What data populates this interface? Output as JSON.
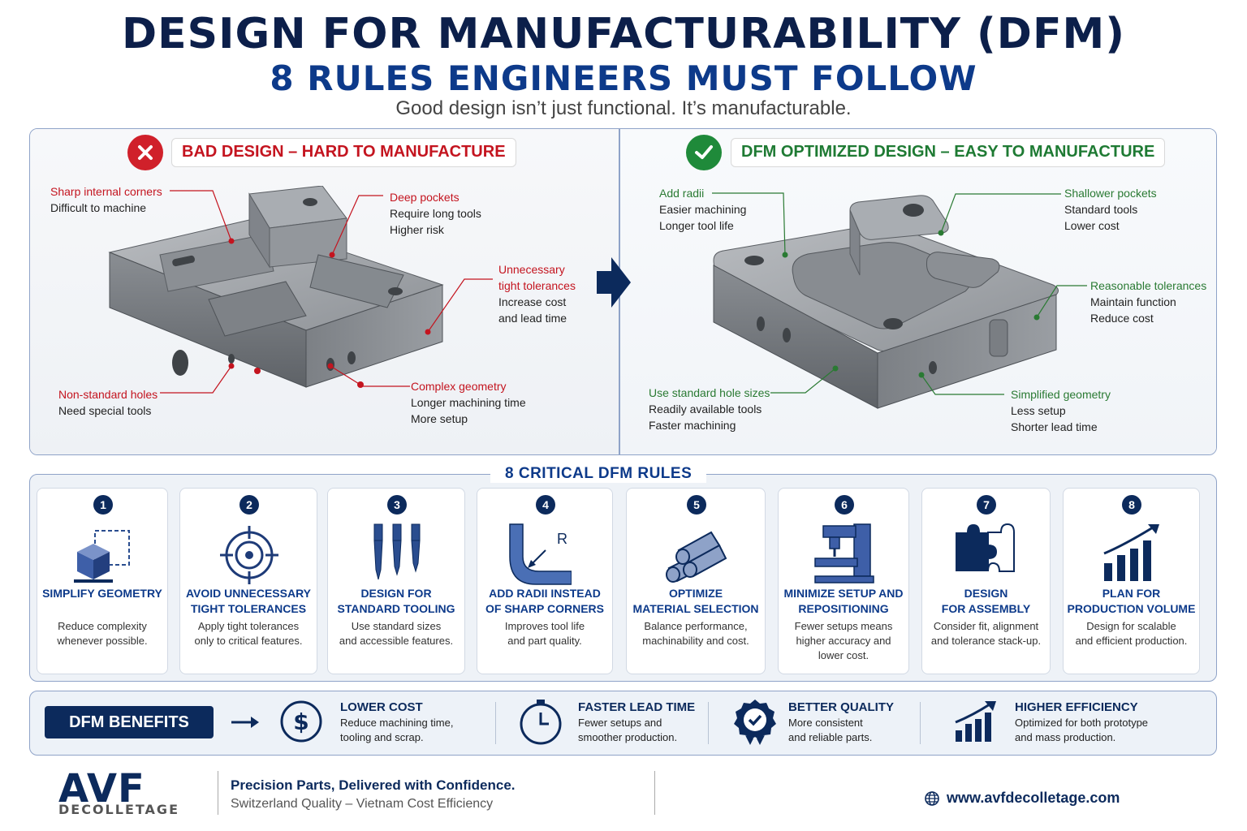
{
  "header": {
    "title": "DESIGN FOR MANUFACTURABILITY (DFM)",
    "subtitle": "8 RULES ENGINEERS MUST FOLLOW",
    "tagline": "Good design isn’t just functional. It’s manufacturable."
  },
  "bad_panel": {
    "title": "BAD DESIGN – HARD TO MANUFACTURE",
    "callouts": [
      {
        "head": "Sharp internal corners",
        "lines": [
          "Difficult to machine"
        ]
      },
      {
        "head": "Deep pockets",
        "lines": [
          "Require long tools",
          "Higher risk"
        ]
      },
      {
        "head": "Unnecessary",
        "head2": "tight tolerances",
        "lines": [
          "Increase cost",
          "and lead time"
        ]
      },
      {
        "head": "Non-standard holes",
        "lines": [
          "Need special tools"
        ]
      },
      {
        "head": "Complex geometry",
        "lines": [
          "Longer machining time",
          "More setup"
        ]
      }
    ]
  },
  "good_panel": {
    "title": "DFM OPTIMIZED DESIGN – EASY TO MANUFACTURE",
    "callouts": [
      {
        "head": "Add radii",
        "lines": [
          "Easier machining",
          "Longer tool life"
        ]
      },
      {
        "head": "Shallower pockets",
        "lines": [
          "Standard tools",
          "Lower cost"
        ]
      },
      {
        "head": "Reasonable tolerances",
        "lines": [
          "Maintain function",
          "Reduce cost"
        ]
      },
      {
        "head": "Use standard hole sizes",
        "lines": [
          "Readily available tools",
          "Faster machining"
        ]
      },
      {
        "head": "Simplified geometry",
        "lines": [
          "Less setup",
          "Shorter lead time"
        ]
      }
    ]
  },
  "rules": {
    "title": "8 CRITICAL DFM RULES",
    "items": [
      {
        "num": "1",
        "icon": "cube-icon",
        "head": [
          "SIMPLIFY GEOMETRY"
        ],
        "desc": [
          "Reduce complexity",
          "whenever possible."
        ]
      },
      {
        "num": "2",
        "icon": "target-icon",
        "head": [
          "AVOID UNNECESSARY",
          "TIGHT TOLERANCES"
        ],
        "desc": [
          "Apply tight tolerances",
          "only to critical features."
        ]
      },
      {
        "num": "3",
        "icon": "drill-bits-icon",
        "head": [
          "DESIGN FOR",
          "STANDARD TOOLING"
        ],
        "desc": [
          "Use standard sizes",
          "and accessible features."
        ]
      },
      {
        "num": "4",
        "icon": "radius-corner-icon",
        "icon_label": "R",
        "head": [
          "ADD RADII INSTEAD",
          "OF SHARP CORNERS"
        ],
        "desc": [
          "Improves tool life",
          "and part quality."
        ]
      },
      {
        "num": "5",
        "icon": "material-bars-icon",
        "head": [
          "OPTIMIZE",
          "MATERIAL SELECTION"
        ],
        "desc": [
          "Balance performance,",
          "machinability and cost."
        ]
      },
      {
        "num": "6",
        "icon": "cnc-machine-icon",
        "head": [
          "MINIMIZE SETUP AND",
          "REPOSITIONING"
        ],
        "desc": [
          "Fewer setups means",
          "higher accuracy and",
          "lower cost."
        ]
      },
      {
        "num": "7",
        "icon": "puzzle-icon",
        "head": [
          "DESIGN",
          "FOR ASSEMBLY"
        ],
        "desc": [
          "Consider fit, alignment",
          "and tolerance stack-up."
        ]
      },
      {
        "num": "8",
        "icon": "growth-chart-icon",
        "head": [
          "PLAN FOR",
          "PRODUCTION VOLUME"
        ],
        "desc": [
          "Design for scalable",
          "and efficient production."
        ]
      }
    ]
  },
  "benefits": {
    "label": "DFM BENEFITS",
    "items": [
      {
        "icon": "dollar-icon",
        "head": "LOWER COST",
        "desc": [
          "Reduce machining time,",
          "tooling and scrap."
        ]
      },
      {
        "icon": "clock-icon",
        "head": "FASTER LEAD TIME",
        "desc": [
          "Fewer setups and",
          "smoother production."
        ]
      },
      {
        "icon": "quality-badge-icon",
        "head": "BETTER QUALITY",
        "desc": [
          "More consistent",
          "and reliable parts."
        ]
      },
      {
        "icon": "efficiency-chart-icon",
        "head": "HIGHER EFFICIENCY",
        "desc": [
          "Optimized for both prototype",
          "and mass production."
        ]
      }
    ]
  },
  "footer": {
    "logo": "AVF",
    "logo_sub": "DECOLLETAGE",
    "slogan": "Precision Parts, Delivered with Confidence.",
    "slogan2": "Switzerland Quality – Vietnam Cost Efficiency",
    "website": "www.avfdecolletage.com"
  },
  "colors": {
    "navy": "#0c2a5c",
    "blue": "#0d3a8a",
    "bad_red": "#c4141f",
    "good_green": "#1f8a3a"
  }
}
